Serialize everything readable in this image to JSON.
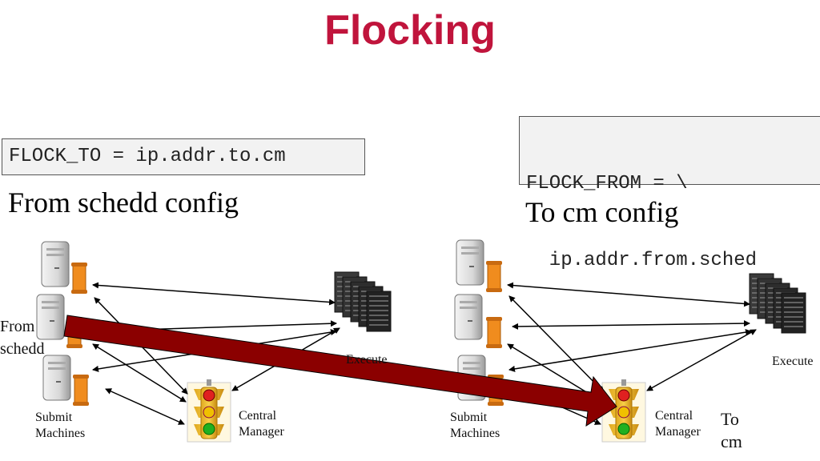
{
  "title": "Flocking",
  "flock_to_code": "FLOCK_TO = ip.addr.to.cm",
  "flock_from_code_line1": "FLOCK_FROM = \\",
  "flock_from_code_line2": "  ip.addr.from.sched",
  "left_caption": "From schedd config",
  "right_caption": "To cm config",
  "left_pool": {
    "submit_label_1": "Submit",
    "submit_label_2": "Machines",
    "cm_label_1": "Central",
    "cm_label_2": "Manager",
    "execute_label": "Execute",
    "from_label_1": "From",
    "from_label_2": "schedd"
  },
  "right_pool": {
    "submit_label_1": "Submit",
    "submit_label_2": "Machines",
    "cm_label_1": "Central",
    "cm_label_2": "Manager",
    "execute_label": "Execute",
    "to_label_1": "To",
    "to_label_2": "cm"
  },
  "colors": {
    "title": "#c0143c",
    "flock_arrow": "#8b0000",
    "scroll_orange": "#f08c1e"
  },
  "icons": [
    "server-icon",
    "scroll-icon",
    "cluster-icon",
    "traffic-light-icon"
  ]
}
